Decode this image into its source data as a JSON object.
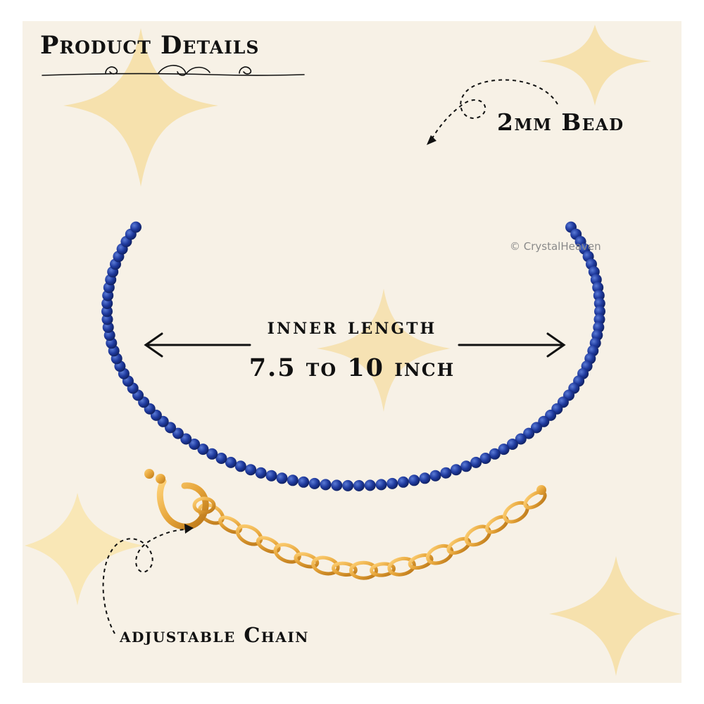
{
  "title": "Product Details",
  "callouts": {
    "bead": "2mm Bead",
    "chain": "adjustable Chain"
  },
  "measurement": {
    "label": "inner length",
    "value": "7.5 to 10 inch"
  },
  "watermark": "© CrystalHeaven",
  "colors": {
    "background": "#f7f1e6",
    "star": "#f5dfa6",
    "bead": "#1f3a9e",
    "chain": "#e6a53a",
    "text": "#111111"
  },
  "icons": {
    "arrow_left": "arrow-left-icon",
    "arrow_right": "arrow-right-icon",
    "title_flourish": "flourish-divider-icon"
  }
}
